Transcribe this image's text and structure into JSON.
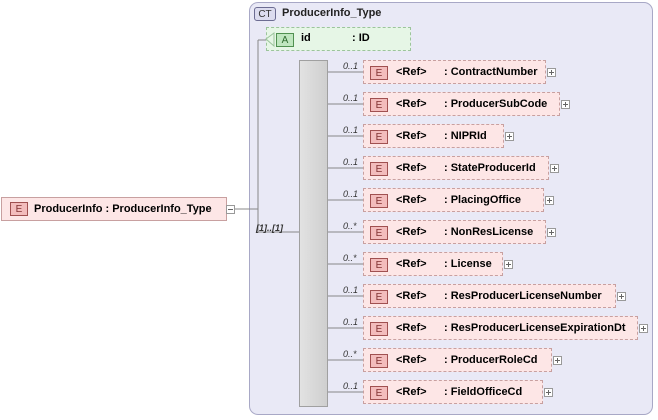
{
  "complex_type": {
    "badge": "CT",
    "name": "ProducerInfo_Type"
  },
  "root": {
    "badge": "E",
    "label": "ProducerInfo : ProducerInfo_Type"
  },
  "attribute": {
    "badge": "A",
    "name": "id",
    "type": ": ID"
  },
  "sequence": {
    "cardinality": "[1]..[1]"
  },
  "children": [
    {
      "badge": "E",
      "ref": "<Ref>",
      "name": ": ContractNumber",
      "card": "0..1"
    },
    {
      "badge": "E",
      "ref": "<Ref>",
      "name": ": ProducerSubCode",
      "card": "0..1"
    },
    {
      "badge": "E",
      "ref": "<Ref>",
      "name": ": NIPRId",
      "card": "0..1"
    },
    {
      "badge": "E",
      "ref": "<Ref>",
      "name": ": StateProducerId",
      "card": "0..1"
    },
    {
      "badge": "E",
      "ref": "<Ref>",
      "name": ": PlacingOffice",
      "card": "0..1"
    },
    {
      "badge": "E",
      "ref": "<Ref>",
      "name": ": NonResLicense",
      "card": "0..*"
    },
    {
      "badge": "E",
      "ref": "<Ref>",
      "name": ": License",
      "card": "0..*"
    },
    {
      "badge": "E",
      "ref": "<Ref>",
      "name": ": ResProducerLicenseNumber",
      "card": "0..1"
    },
    {
      "badge": "E",
      "ref": "<Ref>",
      "name": ": ResProducerLicenseExpirationDt",
      "card": "0..1"
    },
    {
      "badge": "E",
      "ref": "<Ref>",
      "name": ": ProducerRoleCd",
      "card": "0..*"
    },
    {
      "badge": "E",
      "ref": "<Ref>",
      "name": ": FieldOfficeCd",
      "card": "0..1"
    }
  ]
}
